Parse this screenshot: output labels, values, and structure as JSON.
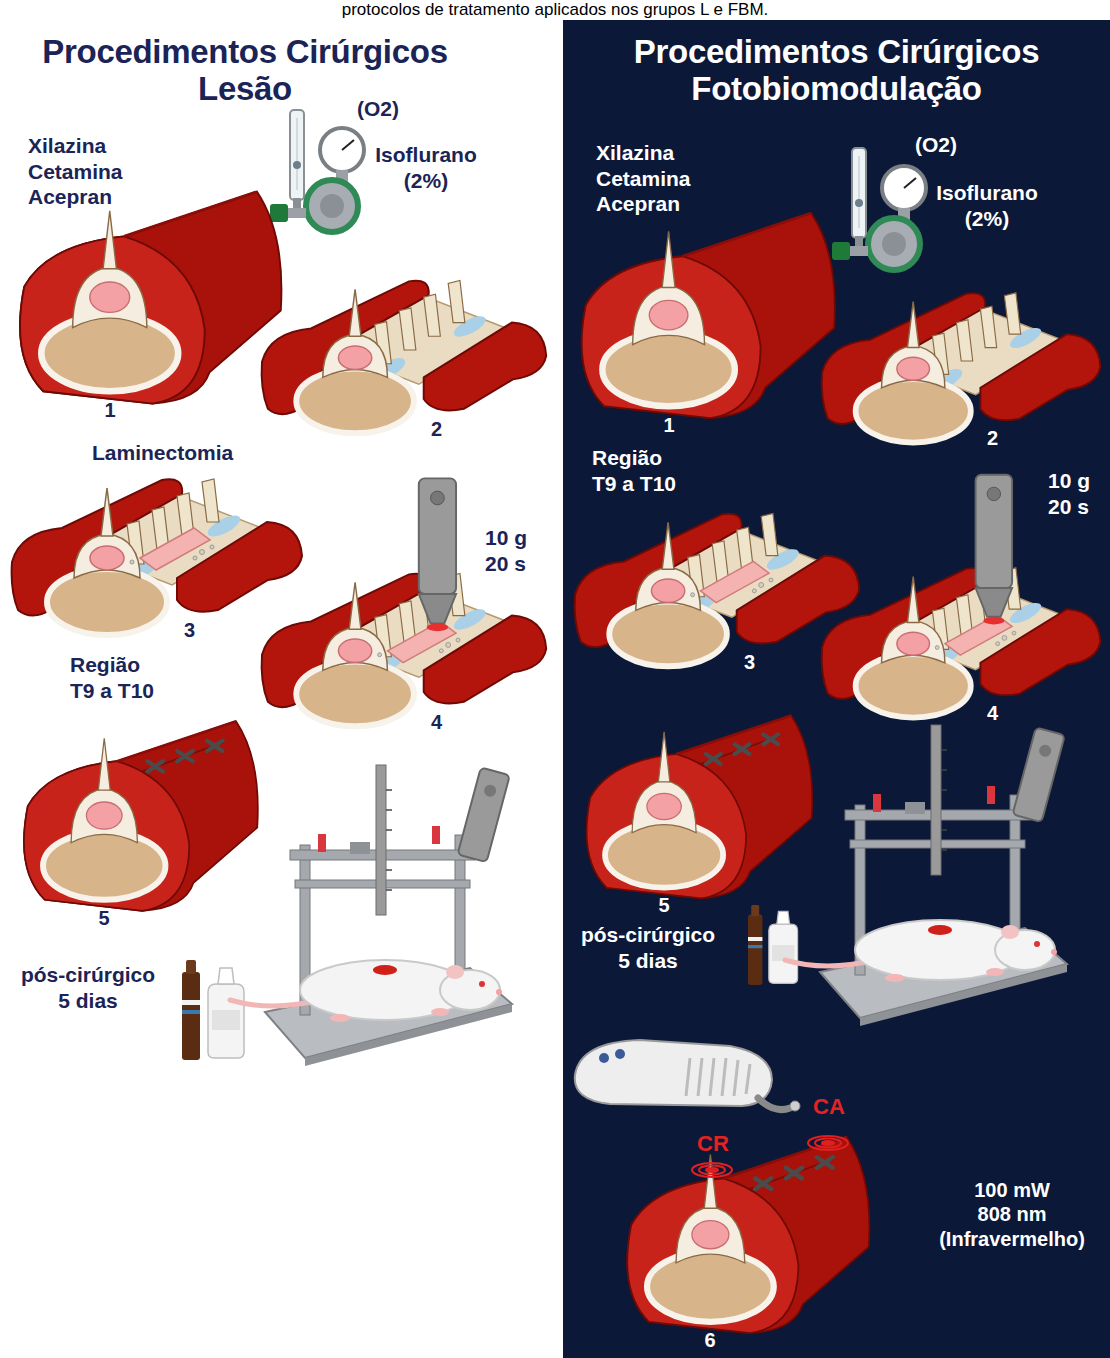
{
  "diagram": {
    "caption": "protocolos de tratamento aplicados nos grupos L e FBM.",
    "nodes": [
      {
        "text": [
          "Procedimentos Cirúrgicos Lesão"
        ]
      },
      {
        "text": [
          "Procedimentos Cirúrgicos Fotobiomodulação"
        ]
      }
    ],
    "labels": [
      "Xilazina Cetamina Acepran",
      "(O2)",
      "Isoflurano (2%)",
      "1",
      "2",
      "Laminectomia",
      "3",
      "10 g 20 s",
      "4",
      "Região T9 a T10",
      "5",
      "pós-cirúrgico 5 dias",
      "Xilazina Cetamina Acepran",
      "(O2)",
      "Isoflurano (2%)",
      "1",
      "2",
      "Região T9 a T10",
      "10 g 20 s",
      "3",
      "4",
      "5",
      "pós-cirúrgico 5 dias",
      "CR",
      "CA",
      "100 mW 808 nm (Infravermelho)",
      "6"
    ]
  }
}
